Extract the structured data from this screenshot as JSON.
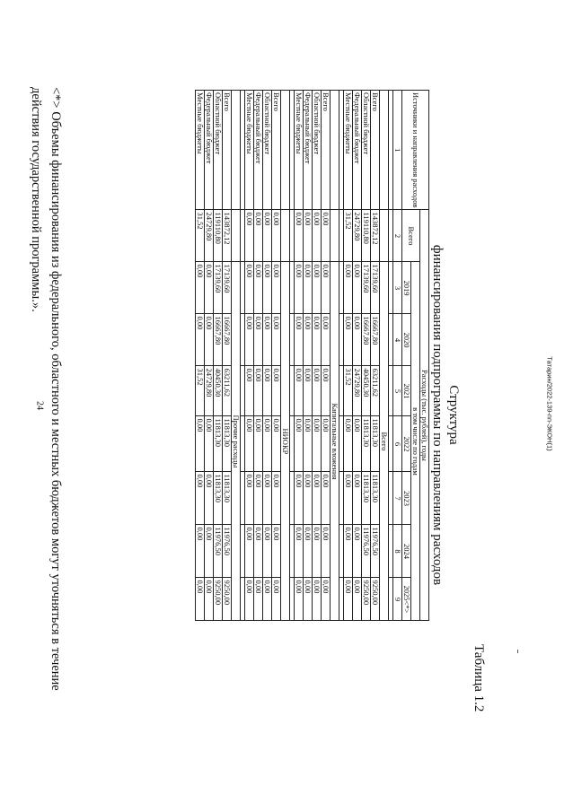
{
  "page_number": "24",
  "doc_code": "Татарин/2022-139-пп-ЭКОН(1)",
  "table_label": "Таблица 1.2",
  "title_line1": "Структура",
  "title_line2": "финансирования подпрограммы по направлениям расходов",
  "table": {
    "h_source": "Источники и направления расходов",
    "h_expenses": "Расходы (тыс. рублей), годы",
    "h_total": "Всего",
    "h_incl": "в том числе по годам",
    "years": [
      "2019",
      "2020",
      "2021",
      "2022",
      "2023",
      "2024",
      "2025<*>"
    ],
    "col_numbers": [
      "1",
      "2",
      "3",
      "4",
      "5",
      "6",
      "7",
      "8",
      "9"
    ],
    "sections": [
      {
        "title": "Всего",
        "rows": [
          {
            "label": "Всего",
            "values": [
              "143872,12",
              "17139,60",
              "16667,80",
              "63211,62",
              "11813,30",
              "11813,30",
              "11976,50",
              "9250,00"
            ]
          },
          {
            "label": "Областной бюджет",
            "values": [
              "119110,80",
              "17139,60",
              "16667,80",
              "40450,30",
              "11813,30",
              "11813,30",
              "11976,50",
              "9250,00"
            ]
          },
          {
            "label": "Федеральный бюджет",
            "values": [
              "24729,80",
              "0,00",
              "0,00",
              "24729,80",
              "0,00",
              "0,00",
              "0,00",
              "0,00"
            ]
          },
          {
            "label": "Местные бюджеты",
            "values": [
              "31,52",
              "0,00",
              "0,00",
              "31,52",
              "0,00",
              "0,00",
              "0,00",
              "0,00"
            ]
          }
        ]
      },
      {
        "title": "Капитальные вложения",
        "rows": [
          {
            "label": "Всего",
            "values": [
              "0,00",
              "0,00",
              "0,00",
              "0,00",
              "0,00",
              "0,00",
              "0,00",
              "0,00"
            ]
          },
          {
            "label": "Областной бюджет",
            "values": [
              "0,00",
              "0,00",
              "0,00",
              "0,00",
              "0,00",
              "0,00",
              "0,00",
              "0,00"
            ]
          },
          {
            "label": "Федеральный бюджет",
            "values": [
              "0,00",
              "0,00",
              "0,00",
              "0,00",
              "0,00",
              "0,00",
              "0,00",
              "0,00"
            ]
          },
          {
            "label": "Местные бюджеты",
            "values": [
              "0,00",
              "0,00",
              "0,00",
              "0,00",
              "0,00",
              "0,00",
              "0,00",
              "0,00"
            ]
          }
        ]
      },
      {
        "title": "НИОКР",
        "rows": [
          {
            "label": "Всего",
            "values": [
              "0,00",
              "0,00",
              "0,00",
              "0,00",
              "0,00",
              "0,00",
              "0,00",
              "0,00"
            ]
          },
          {
            "label": "Областной бюджет",
            "values": [
              "0,00",
              "0,00",
              "0,00",
              "0,00",
              "0,00",
              "0,00",
              "0,00",
              "0,00"
            ]
          },
          {
            "label": "Федеральный бюджет",
            "values": [
              "0,00",
              "0,00",
              "0,00",
              "0,00",
              "0,00",
              "0,00",
              "0,00",
              "0,00"
            ]
          },
          {
            "label": "Местные бюджеты",
            "values": [
              "0,00",
              "0,00",
              "0,00",
              "0,00",
              "0,00",
              "0,00",
              "0,00",
              "0,00"
            ]
          }
        ]
      },
      {
        "title": "Прочие расходы",
        "rows": [
          {
            "label": "Всего",
            "values": [
              "143872,12",
              "17139,60",
              "16667,80",
              "63211,62",
              "11813,30",
              "11813,30",
              "11976,50",
              "9250,00"
            ]
          },
          {
            "label": "Областной бюджет",
            "values": [
              "119110,80",
              "17139,60",
              "16667,80",
              "40450,30",
              "11813,30",
              "11813,30",
              "11976,50",
              "9250,00"
            ]
          },
          {
            "label": "Федеральный бюджет",
            "values": [
              "24729,80",
              "0,00",
              "0,00",
              "24729,80",
              "0,00",
              "0,00",
              "0,00",
              "0,00"
            ]
          },
          {
            "label": "Местные бюджеты",
            "values": [
              "31,52",
              "0,00",
              "0,00",
              "31,52",
              "0,00",
              "0,00",
              "0,00",
              "0,00"
            ]
          }
        ]
      }
    ]
  },
  "footnote": "<*> Объемы финансирования из федерального, областного и местных бюджетов могут уточняться в течение действия государственной программы.»."
}
